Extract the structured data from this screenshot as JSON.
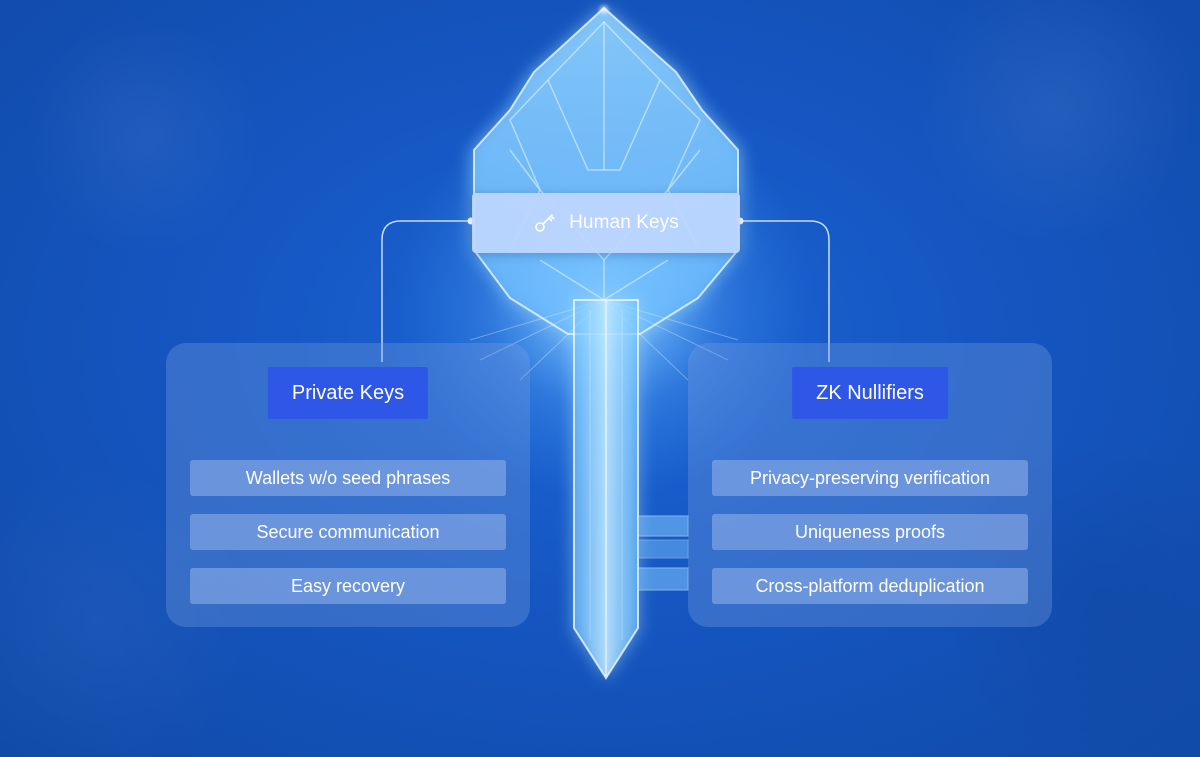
{
  "center": {
    "label": "Human Keys",
    "icon": "key-icon"
  },
  "left_panel": {
    "title": "Private Keys",
    "items": [
      {
        "label": "Wallets w/o seed phrases"
      },
      {
        "label": "Secure communication"
      },
      {
        "label": "Easy recovery"
      }
    ]
  },
  "right_panel": {
    "title": "ZK Nullifiers",
    "items": [
      {
        "label": "Privacy-preserving verification"
      },
      {
        "label": "Uniqueness proofs"
      },
      {
        "label": "Cross-platform deduplication"
      }
    ]
  },
  "colors": {
    "background": "#1556c2",
    "title_button": "#2e57e8",
    "glow": "#8fd0ff"
  }
}
